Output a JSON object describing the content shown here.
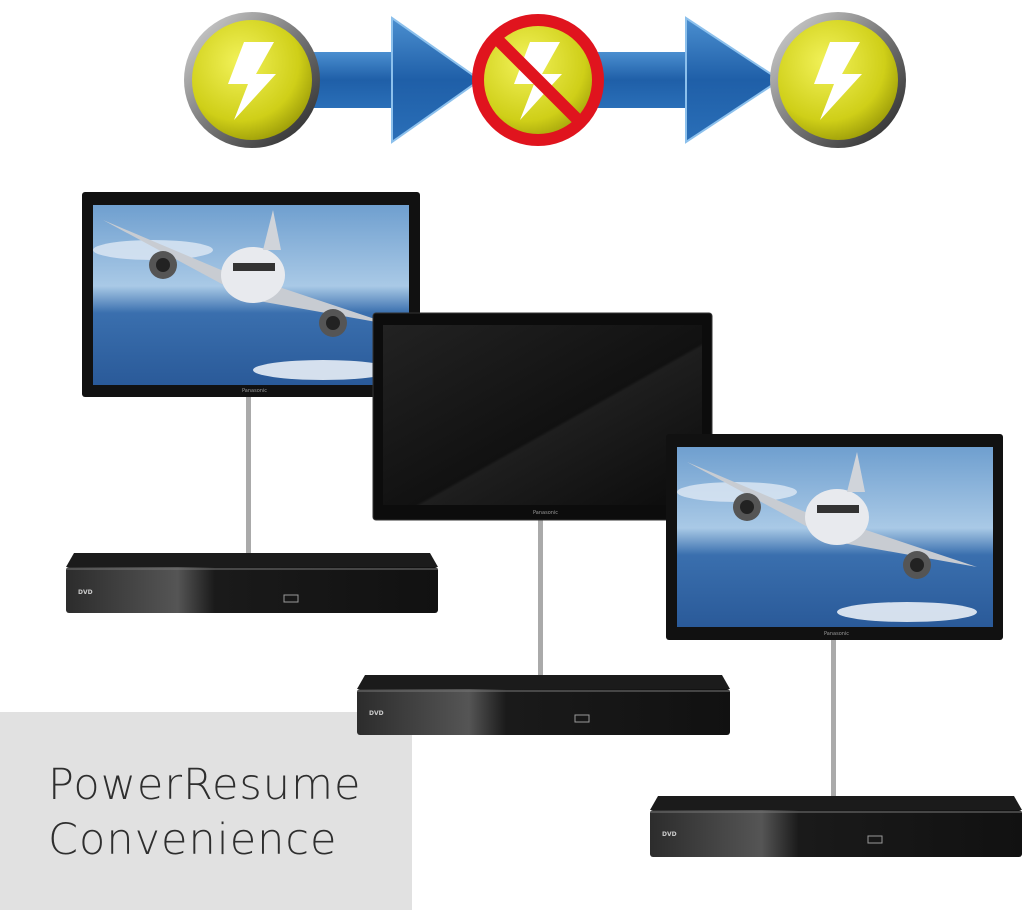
{
  "caption": {
    "line1": "PowerResume",
    "line2": "Convenience"
  },
  "sequence": [
    {
      "state": "power-on",
      "icon": "lightning-icon"
    },
    {
      "state": "power-off",
      "icon": "no-power-icon"
    },
    {
      "state": "power-on",
      "icon": "lightning-icon"
    }
  ],
  "devices": [
    {
      "tv_state": "on",
      "tv_brand": "Panasonic",
      "player_logo": "DVD"
    },
    {
      "tv_state": "off",
      "tv_brand": "Panasonic",
      "player_logo": "DVD"
    },
    {
      "tv_state": "on",
      "tv_brand": "Panasonic",
      "player_logo": "DVD"
    }
  ],
  "colors": {
    "power_yellow": "#d8d81e",
    "arrow_blue": "#1f5fa8",
    "prohibit_red": "#e0141e",
    "caption_bg": "#e1e1e1"
  }
}
